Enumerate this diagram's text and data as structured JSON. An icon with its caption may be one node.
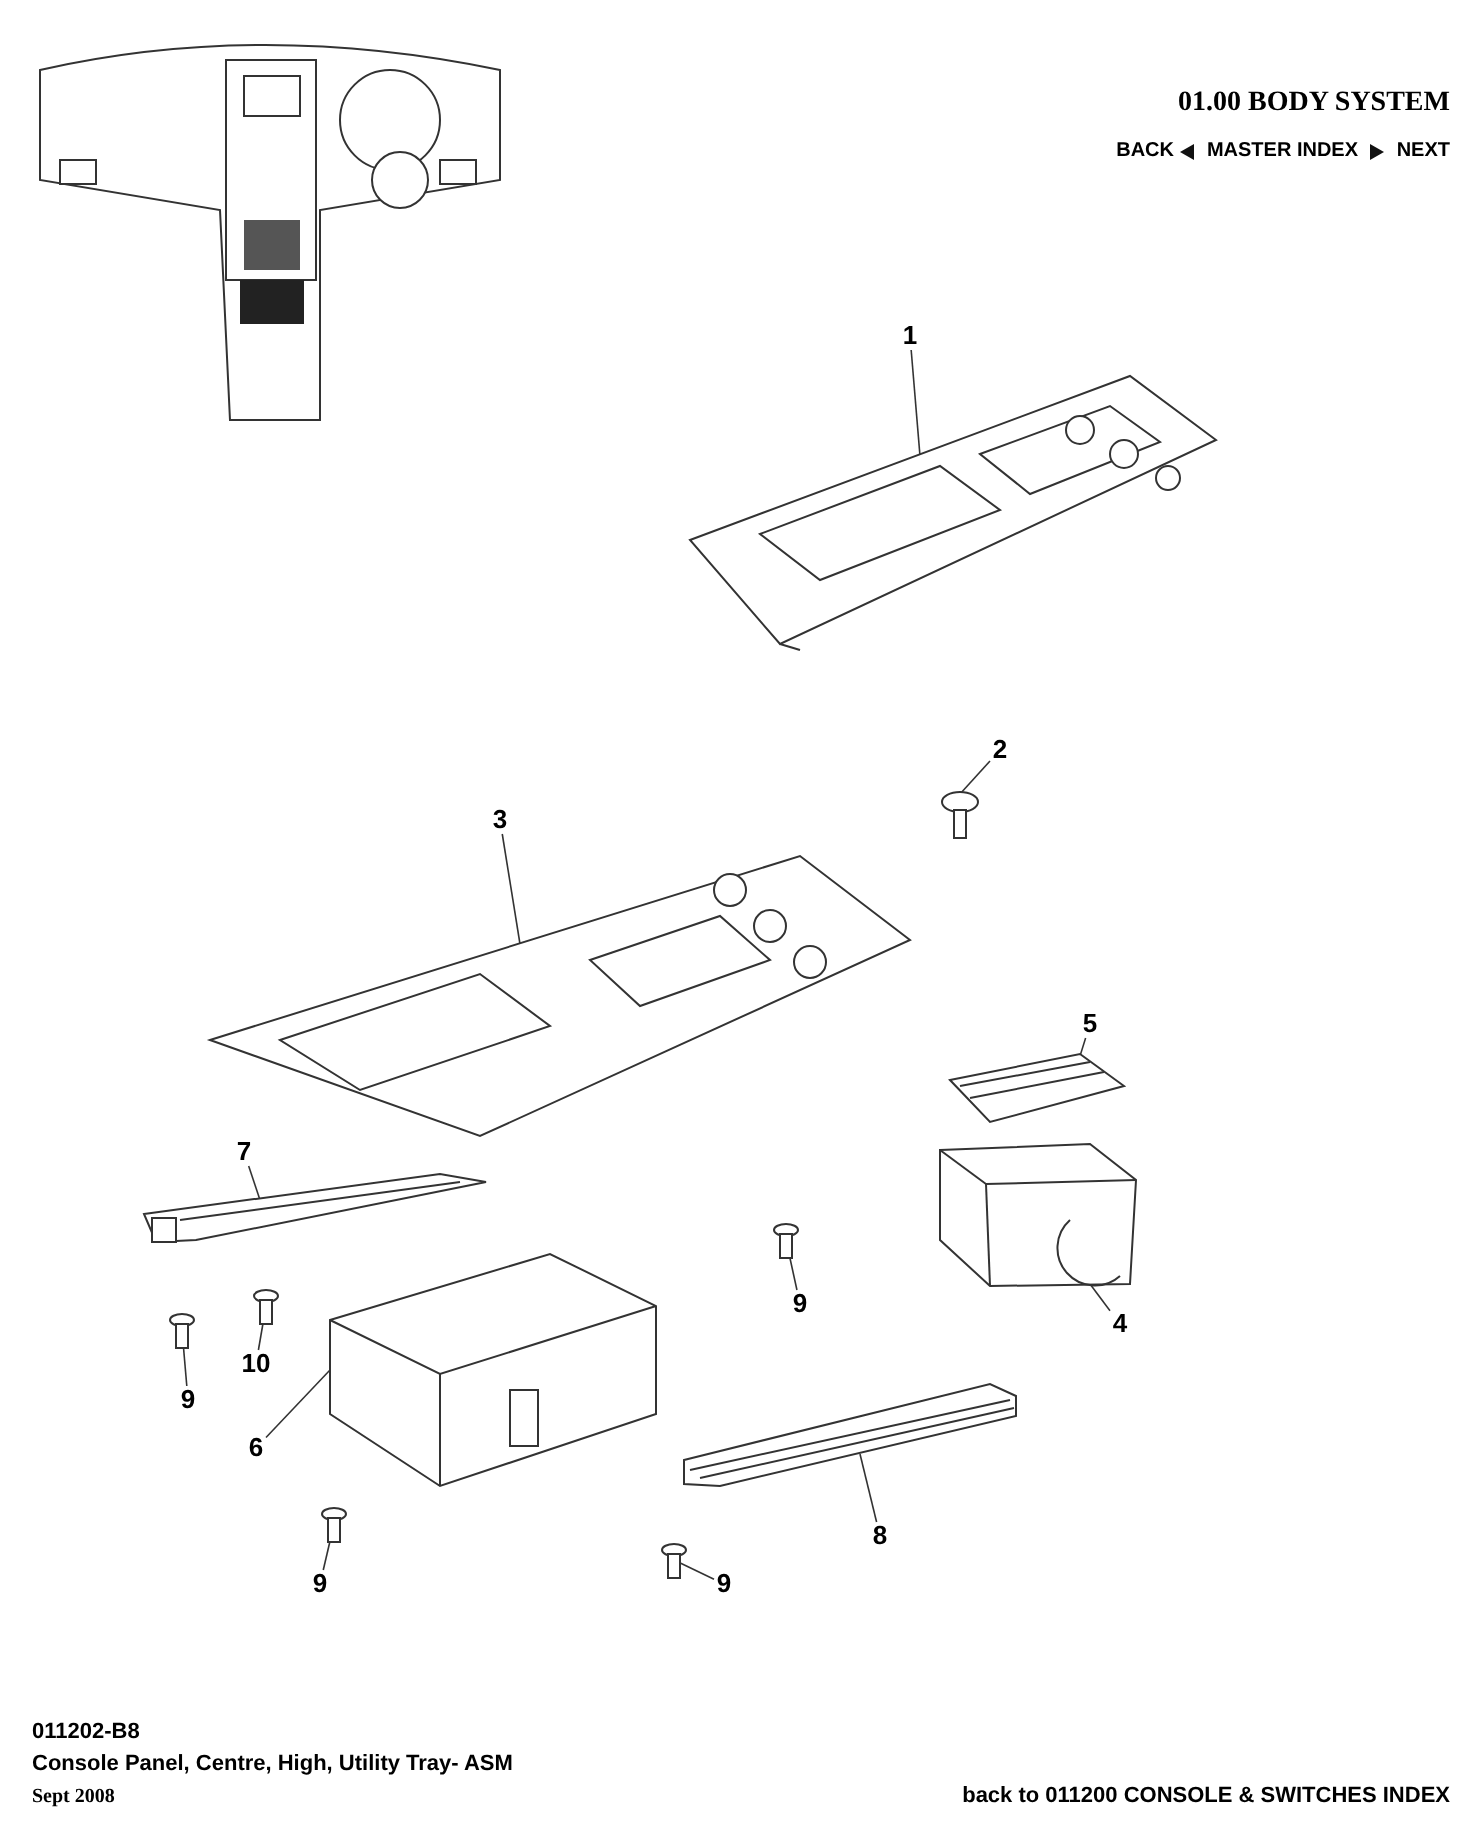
{
  "diagram": {
    "nodes": [
      {
        "text": [
          "1"
        ]
      },
      {
        "text": [],
        "shape": "picture"
      },
      {
        "text": [
          "2"
        ]
      },
      {
        "text": [],
        "shape": "picture"
      },
      {
        "text": [
          "3"
        ]
      },
      {
        "text": [],
        "shape": "picture"
      },
      {
        "text": [
          "5"
        ]
      },
      {
        "text": [],
        "shape": "picture"
      },
      {
        "text": [
          "7"
        ]
      },
      {
        "text": [],
        "shape": "picture"
      },
      {
        "text": [
          "9"
        ]
      },
      {
        "text": [],
        "shape": "picture"
      },
      {
        "text": [
          "4"
        ]
      },
      {
        "text": [],
        "shape": "picture"
      },
      {
        "text": [
          "10"
        ]
      },
      {
        "text": [],
        "shape": "picture"
      },
      {
        "text": [
          "9"
        ]
      },
      {
        "text": [],
        "shape": "picture"
      },
      {
        "text": [
          "6"
        ]
      },
      {
        "text": [],
        "shape": "picture"
      },
      {
        "text": [
          "9"
        ]
      },
      {
        "text": [],
        "shape": "picture"
      },
      {
        "text": [
          "8"
        ]
      },
      {
        "text": [],
        "shape": "picture"
      },
      {
        "text": [
          "9"
        ]
      },
      {
        "text": [],
        "shape": "picture"
      }
    ],
    "edges": [
      {
        "from": 0,
        "to": 1,
        "arrow": "none"
      },
      {
        "from": 2,
        "to": 3,
        "arrow": "none"
      },
      {
        "from": 4,
        "to": 5,
        "arrow": "none"
      },
      {
        "from": 6,
        "to": 7,
        "arrow": "none"
      },
      {
        "from": 8,
        "to": 9,
        "arrow": "none"
      },
      {
        "from": 10,
        "to": 11,
        "arrow": "none"
      },
      {
        "from": 12,
        "to": 13,
        "arrow": "none"
      },
      {
        "from": 14,
        "to": 15,
        "arrow": "none"
      },
      {
        "from": 16,
        "to": 17,
        "arrow": "none"
      },
      {
        "from": 18,
        "to": 19,
        "arrow": "none"
      },
      {
        "from": 20,
        "to": 21,
        "arrow": "none"
      },
      {
        "from": 22,
        "to": 23,
        "arrow": "none"
      },
      {
        "from": 24,
        "to": 25,
        "arrow": "none"
      }
    ],
    "labels": [
      "01.00 BODY SYSTEM",
      "BACK",
      "MASTER INDEX",
      "NEXT",
      "011202-B8",
      "Console Panel, Centre, High, Utility Tray- ASM",
      "Sept 2008",
      "back to 011200 CONSOLE & SWITCHES INDEX"
    ]
  }
}
